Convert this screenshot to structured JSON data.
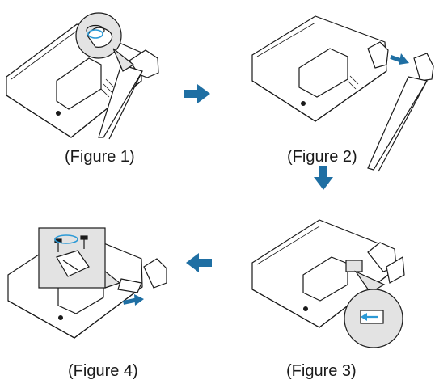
{
  "colors": {
    "arrow": "#1f6fa3",
    "callout": "#e3e3e3",
    "line": "#1a1a1a",
    "highlight": "#2c9ad6"
  },
  "figures": [
    {
      "caption": "(Figure 1)",
      "action": "unscrew-stand-screw"
    },
    {
      "caption": "(Figure 2)",
      "action": "detach-stand"
    },
    {
      "caption": "(Figure 3)",
      "action": "release-base-latch"
    },
    {
      "caption": "(Figure 4)",
      "action": "remove-base-screws"
    }
  ],
  "flow": [
    {
      "icon": "arrow-right-icon",
      "from": "Figure 1",
      "to": "Figure 2"
    },
    {
      "icon": "arrow-down-icon",
      "from": "Figure 2",
      "to": "Figure 3"
    },
    {
      "icon": "arrow-left-icon",
      "from": "Figure 3",
      "to": "Figure 4"
    }
  ]
}
